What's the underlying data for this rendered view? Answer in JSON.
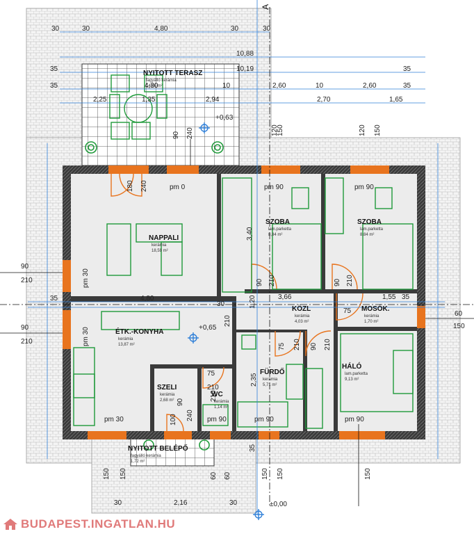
{
  "axis_marker": "A",
  "colors": {
    "wall": "#3a3a3a",
    "opening": "#e8741e",
    "furniture": "#1f9a3a",
    "dimension": "#2f7fd8",
    "paving": "#b8b8b8",
    "floor": "#ececec"
  },
  "rooms": [
    {
      "name": "NYITOTT TERASZ",
      "material": "fagyálló kerámia",
      "area": "14,86 m²"
    },
    {
      "name": "NAPPALI",
      "material": "kerámia",
      "area": "18,59 m²"
    },
    {
      "name": "SZOBA",
      "material": "lam.parketta",
      "area": "8,84 m²"
    },
    {
      "name": "SZOBA",
      "material": "lam.parketta",
      "area": "8,84 m²"
    },
    {
      "name": "ÉTK.-KONYHA",
      "material": "kerámia",
      "area": "13,87 m²"
    },
    {
      "name": "KÖZL",
      "material": "kerámia",
      "area": "4,03 m²"
    },
    {
      "name": "MOSÓK.",
      "material": "kerámia",
      "area": "1,70 m²"
    },
    {
      "name": "HÁLÓ",
      "material": "lam.parketta",
      "area": "9,13 m²"
    },
    {
      "name": "FÜRDŐ",
      "material": "kerámia",
      "area": "5,71 m²"
    },
    {
      "name": "SZELI",
      "material": "kerámia",
      "area": "2,68 m²"
    },
    {
      "name": "WC",
      "material": "kerámia",
      "area": "1,14 m²"
    },
    {
      "name": "NYITOTT BELÉPŐ",
      "material": "fagyálló kerámia",
      "area": "1,72 m²"
    }
  ],
  "level_marks": [
    "+0,63",
    "+0,65",
    "±0,00"
  ],
  "dimensions": {
    "top_row1": [
      "30",
      "30",
      "4,80",
      "30",
      "30"
    ],
    "top_row2": [
      "10,88"
    ],
    "top_row3": [
      "35",
      "10,19",
      "35"
    ],
    "top_row4": [
      "35",
      "4,80",
      "10",
      "2,60",
      "10",
      "2,60",
      "35"
    ],
    "top_row5": [
      "2,25",
      "1,35",
      "2,94",
      "2,70",
      "1,65"
    ],
    "vertical": [
      "120",
      "150",
      "120",
      "150",
      "90",
      "240",
      "180",
      "240",
      "3,40",
      "1,20",
      "210",
      "90",
      "210",
      "90",
      "210",
      "75",
      "210",
      "90",
      "210",
      "2,35",
      "100",
      "240",
      "210",
      "90"
    ],
    "door_labels": [
      "pm 0",
      "pm 90",
      "pm 90",
      "pm 30",
      "pm 30",
      "pm 30",
      "pm 90",
      "pm 90",
      "pm 90"
    ],
    "side": [
      "90",
      "210",
      "90",
      "210",
      "60",
      "150",
      "35",
      "4,80",
      "30",
      "3,66",
      "75",
      "1,55",
      "35",
      "75",
      "210"
    ],
    "bottom": [
      "150",
      "150",
      "30",
      "2,16",
      "30",
      "60",
      "60",
      "150",
      "150",
      "35",
      "150"
    ]
  },
  "watermark": "BUDAPEST.INGATLAN.HU"
}
